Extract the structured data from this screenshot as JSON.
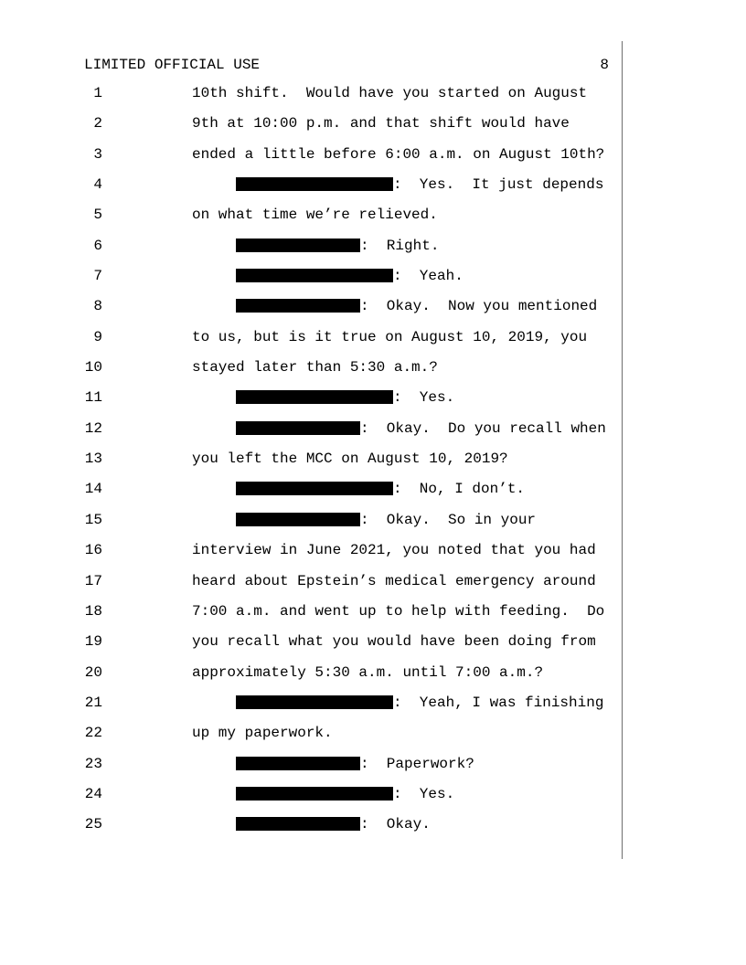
{
  "document": {
    "classification": "LIMITED OFFICIAL USE",
    "page_number": "8"
  },
  "redaction_color": "#000000",
  "lines": [
    {
      "num": "1",
      "redaction": null,
      "text": "10th shift.  Would have you started on August"
    },
    {
      "num": "2",
      "redaction": null,
      "text": "9th at 10:00 p.m. and that shift would have"
    },
    {
      "num": "3",
      "redaction": null,
      "text": "ended a little before 6:00 a.m. on August 10th?"
    },
    {
      "num": "4",
      "redaction": "wide",
      "text": ":  Yes.  It just depends"
    },
    {
      "num": "5",
      "redaction": null,
      "text": "on what time we’re relieved."
    },
    {
      "num": "6",
      "redaction": "narrow",
      "text": ":  Right."
    },
    {
      "num": "7",
      "redaction": "wide",
      "text": ":  Yeah."
    },
    {
      "num": "8",
      "redaction": "narrow",
      "text": ":  Okay.  Now you mentioned"
    },
    {
      "num": "9",
      "redaction": null,
      "text": "to us, but is it true on August 10, 2019, you"
    },
    {
      "num": "10",
      "redaction": null,
      "text": "stayed later than 5:30 a.m.?"
    },
    {
      "num": "11",
      "redaction": "wide",
      "text": ":  Yes."
    },
    {
      "num": "12",
      "redaction": "narrow",
      "text": ":  Okay.  Do you recall when"
    },
    {
      "num": "13",
      "redaction": null,
      "text": "you left the MCC on August 10, 2019?"
    },
    {
      "num": "14",
      "redaction": "wide",
      "text": ":  No, I don’t."
    },
    {
      "num": "15",
      "redaction": "narrow",
      "text": ":  Okay.  So in your"
    },
    {
      "num": "16",
      "redaction": null,
      "text": "interview in June 2021, you noted that you had"
    },
    {
      "num": "17",
      "redaction": null,
      "text": "heard about Epstein’s medical emergency around"
    },
    {
      "num": "18",
      "redaction": null,
      "text": "7:00 a.m. and went up to help with feeding.  Do"
    },
    {
      "num": "19",
      "redaction": null,
      "text": "you recall what you would have been doing from"
    },
    {
      "num": "20",
      "redaction": null,
      "text": "approximately 5:30 a.m. until 7:00 a.m.?"
    },
    {
      "num": "21",
      "redaction": "wide",
      "text": ":  Yeah, I was finishing"
    },
    {
      "num": "22",
      "redaction": null,
      "text": "up my paperwork."
    },
    {
      "num": "23",
      "redaction": "narrow",
      "text": ":  Paperwork?"
    },
    {
      "num": "24",
      "redaction": "wide",
      "text": ":  Yes."
    },
    {
      "num": "25",
      "redaction": "narrow",
      "text": ":  Okay."
    }
  ]
}
